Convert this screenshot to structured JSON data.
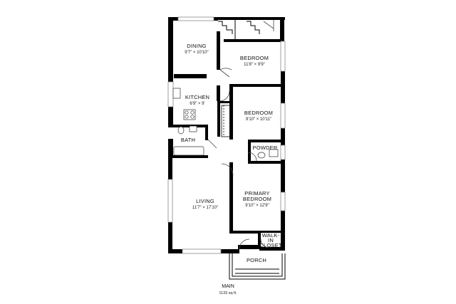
{
  "rooms": {
    "dining": {
      "name": "DINING",
      "dims": "9'7\" × 10'10\""
    },
    "bedroom1": {
      "name": "BEDROOM",
      "dims": "11'8\" × 9'9\""
    },
    "kitchen": {
      "name": "KITCHEN",
      "dims": "6'9\" × 9'"
    },
    "bedroom2": {
      "name": "BEDROOM",
      "dims": "9'10\" × 10'11\""
    },
    "bath": {
      "name": "BATH"
    },
    "powder": {
      "name": "POWDER"
    },
    "living": {
      "name": "LIVING",
      "dims": "11'7\" × 17'10\""
    },
    "primary": {
      "name_line1": "PRIMARY",
      "name_line2": "BEDROOM",
      "dims": "9'10\" × 12'9\""
    },
    "walkin": {
      "name_line1": "WALK-",
      "name_line2": "IN",
      "name_line3": "CLOSET"
    },
    "porch": {
      "name": "PORCH"
    }
  },
  "caption": {
    "level": "MAIN",
    "area": "1133 sq ft."
  }
}
